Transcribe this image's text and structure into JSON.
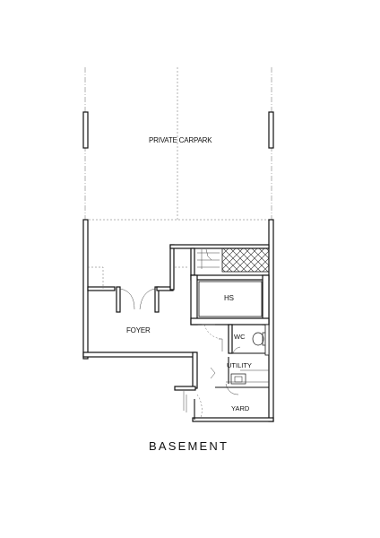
{
  "drawing": {
    "title": "BASEMENT",
    "rooms": {
      "carpark": "PRIVATE CARPARK",
      "foyer": "FOYER",
      "hs": "HS",
      "wc": "WC",
      "utility": "UTILITY",
      "yard": "YARD"
    }
  }
}
